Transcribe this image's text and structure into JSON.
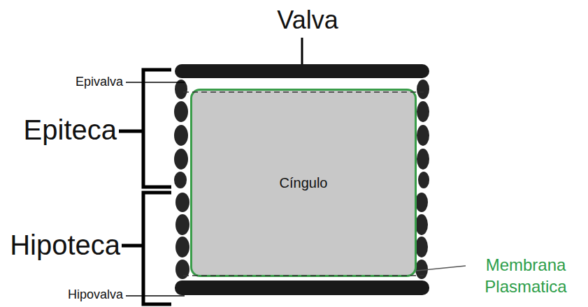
{
  "diagram": {
    "nodes": [
      {
        "text": [
          "Cíngulo"
        ]
      }
    ],
    "labels": [
      "Valva",
      "Epivalva",
      "Epiteca",
      "Hipoteca",
      "Hipovalva",
      "Membrana Plasmatica"
    ]
  }
}
